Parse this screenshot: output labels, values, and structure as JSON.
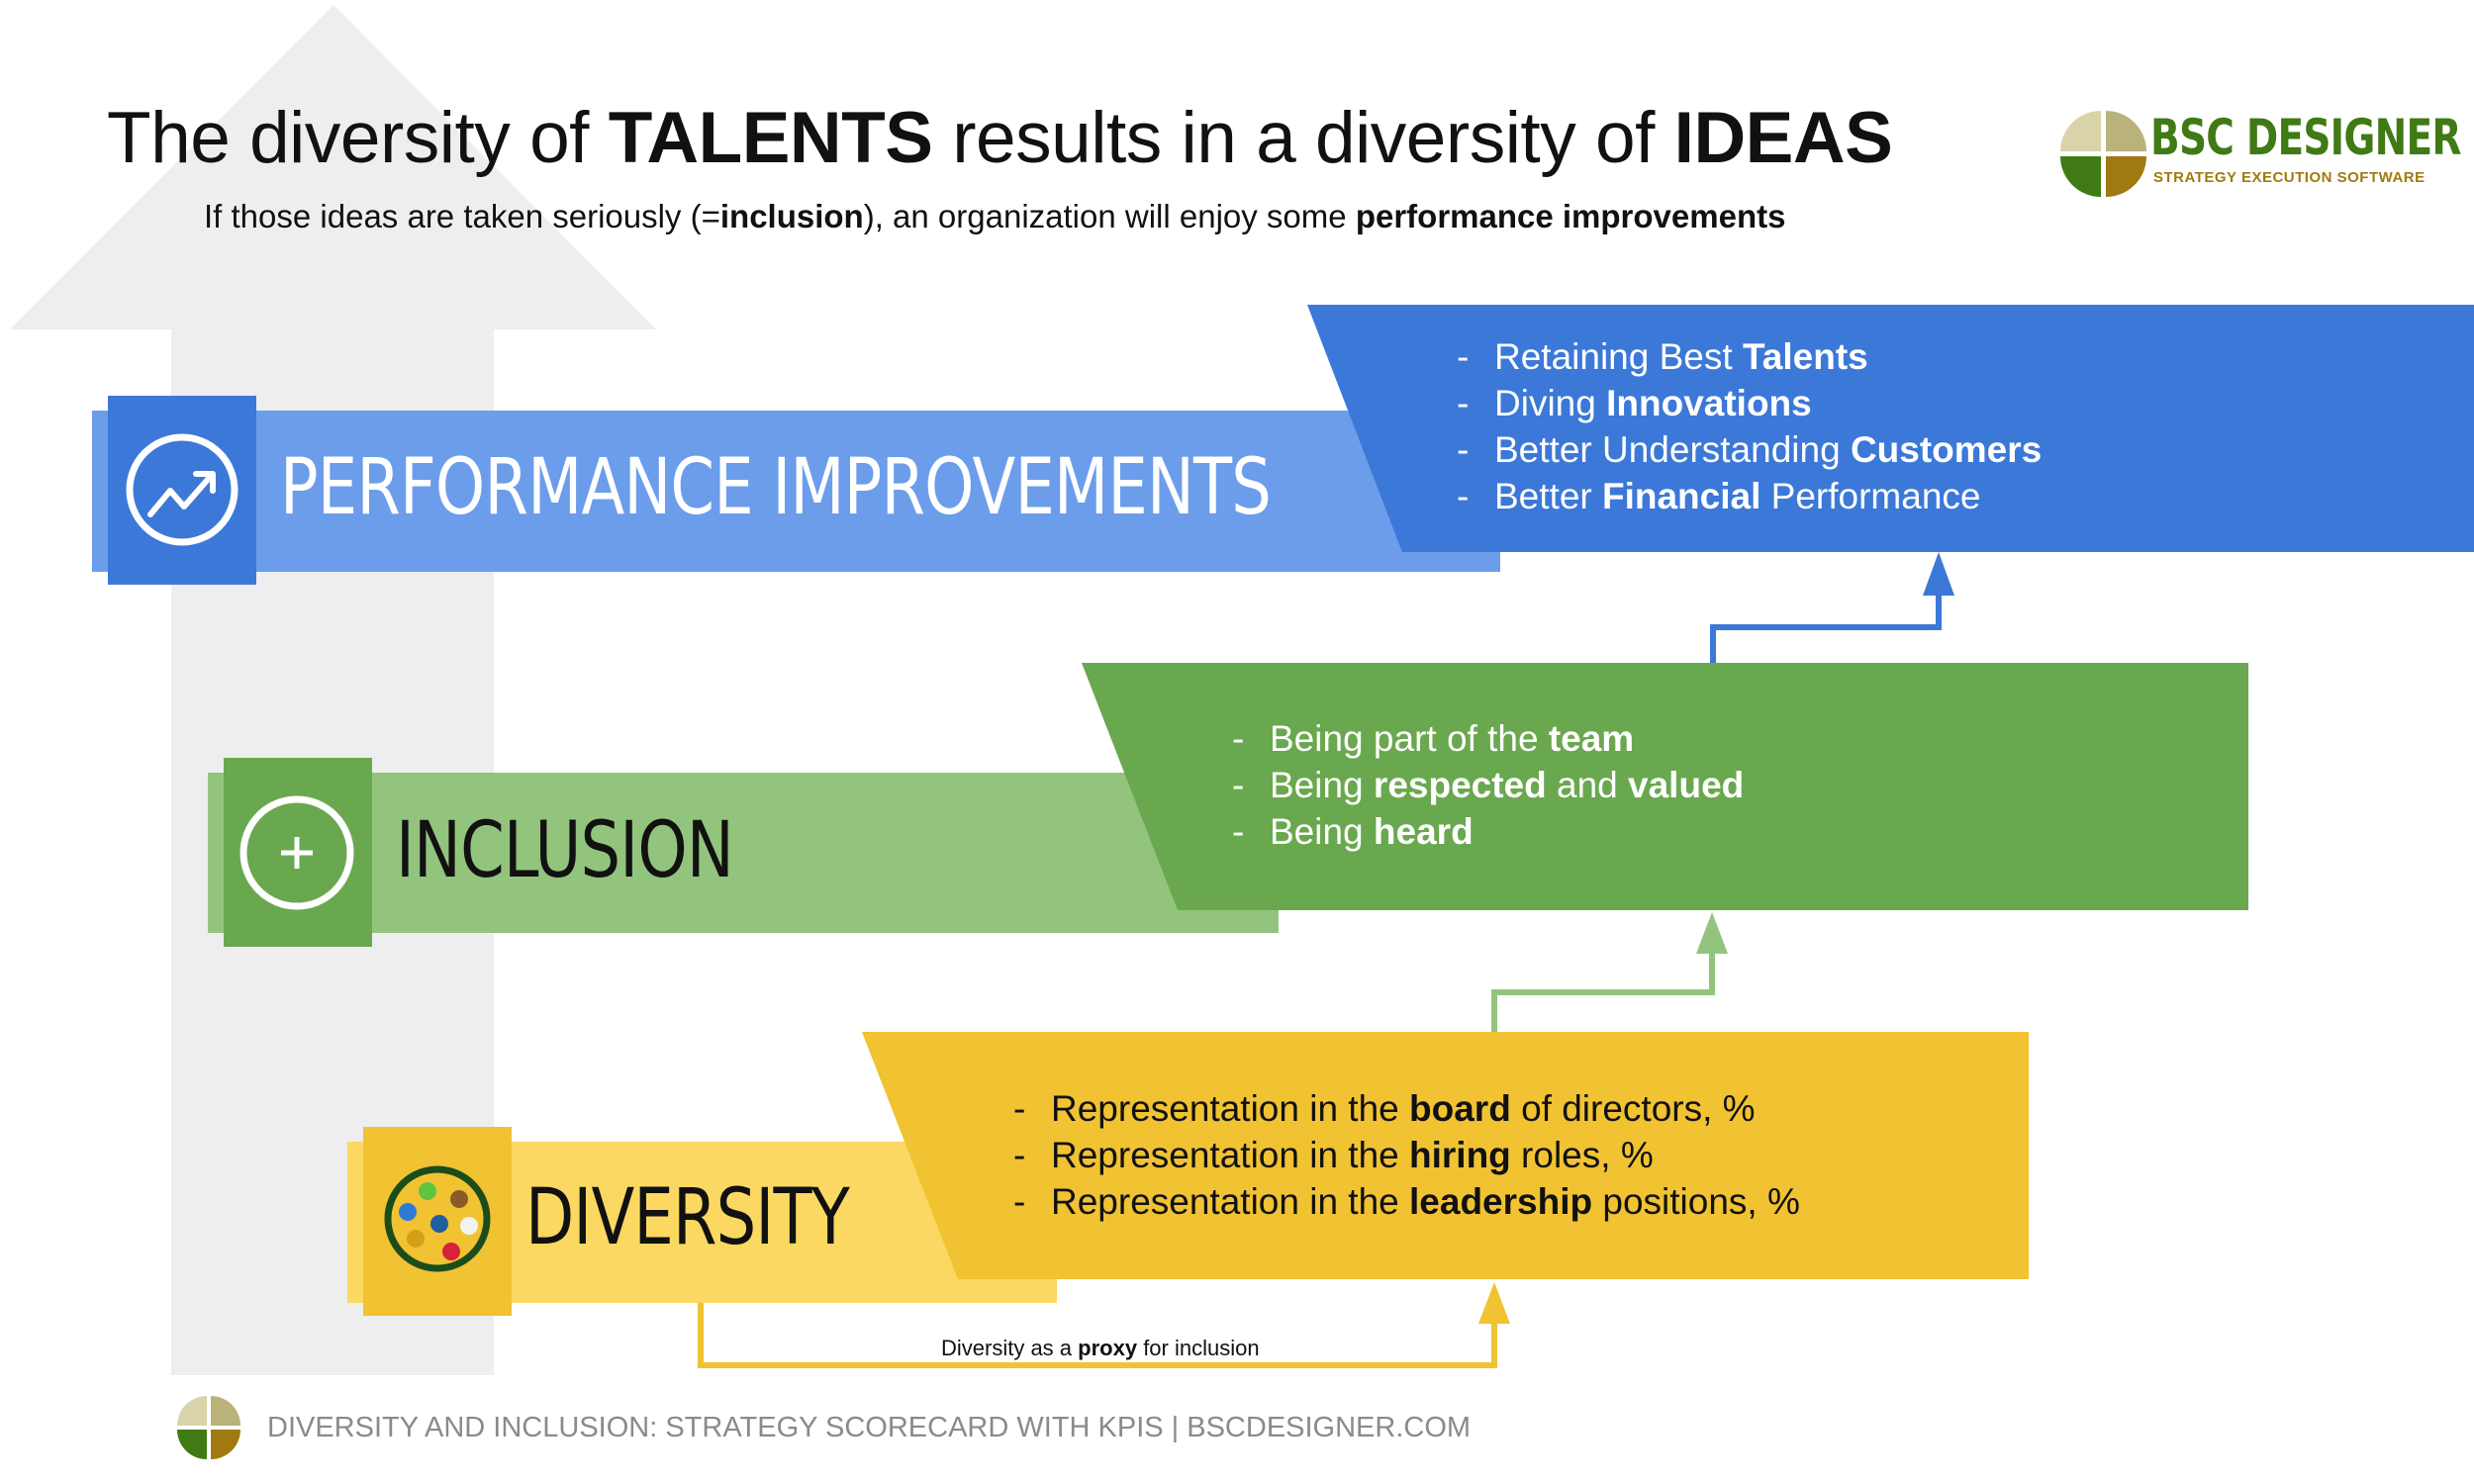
{
  "header": {
    "title_parts": [
      {
        "text": "The diversity of ",
        "bold": false
      },
      {
        "text": "TALENTS",
        "bold": true
      },
      {
        "text": " results in a diversity of ",
        "bold": false
      },
      {
        "text": "IDEAS",
        "bold": true
      }
    ],
    "subtitle_parts": [
      {
        "text": "If those ideas are taken seriously (=",
        "bold": false
      },
      {
        "text": "inclusion",
        "bold": true
      },
      {
        "text": "), an organization will enjoy some ",
        "bold": false
      },
      {
        "text": "performance improvements",
        "bold": true
      }
    ]
  },
  "logo": {
    "name": "BSC DESIGNER",
    "tagline": "STRATEGY EXECUTION SOFTWARE",
    "colors": [
      "#d9d3a9",
      "#b9b27a",
      "#3f7a14",
      "#a07a10"
    ]
  },
  "levels": {
    "performance": {
      "label": "PERFORMANCE IMPROVEMENTS",
      "icon": "trend-up-icon",
      "band_color": "#6b9deb",
      "square_color": "#3c78d8",
      "box_color": "#3c78d8",
      "bullets": [
        [
          {
            "text": "Retaining Best ",
            "bold": false
          },
          {
            "text": "Talents",
            "bold": true
          }
        ],
        [
          {
            "text": "Diving ",
            "bold": false
          },
          {
            "text": "Innovations",
            "bold": true
          }
        ],
        [
          {
            "text": "Better Understanding ",
            "bold": false
          },
          {
            "text": "Customers",
            "bold": true
          }
        ],
        [
          {
            "text": "Better ",
            "bold": false
          },
          {
            "text": "Financial",
            "bold": true
          },
          {
            "text": " Performance",
            "bold": false
          }
        ]
      ]
    },
    "inclusion": {
      "label": "INCLUSION",
      "icon": "plus-icon",
      "band_color": "#93c47d",
      "square_color": "#6aa84f",
      "box_color": "#6aa84f",
      "bullets": [
        [
          {
            "text": "Being part of the ",
            "bold": false
          },
          {
            "text": "team",
            "bold": true
          }
        ],
        [
          {
            "text": "Being ",
            "bold": false
          },
          {
            "text": "respected",
            "bold": true
          },
          {
            "text": " and ",
            "bold": false
          },
          {
            "text": "valued",
            "bold": true
          }
        ],
        [
          {
            "text": "Being ",
            "bold": false
          },
          {
            "text": "heard",
            "bold": true
          }
        ]
      ]
    },
    "diversity": {
      "label": "DIVERSITY",
      "icon": "palette-icon",
      "band_color": "#fbd862",
      "square_color": "#f1c232",
      "box_color": "#f1c232",
      "bullets": [
        [
          {
            "text": "Representation in the ",
            "bold": false
          },
          {
            "text": "board",
            "bold": true
          },
          {
            "text": " of directors, %",
            "bold": false
          }
        ],
        [
          {
            "text": "Representation in the ",
            "bold": false
          },
          {
            "text": "hiring",
            "bold": true
          },
          {
            "text": " roles, %",
            "bold": false
          }
        ],
        [
          {
            "text": "Representation in the ",
            "bold": false
          },
          {
            "text": "leadership",
            "bold": true
          },
          {
            "text": " positions, %",
            "bold": false
          }
        ]
      ]
    }
  },
  "proxy_note_parts": [
    {
      "text": "Diversity as a ",
      "bold": false
    },
    {
      "text": "proxy",
      "bold": true
    },
    {
      "text": " for inclusion",
      "bold": false
    }
  ],
  "footer": {
    "text": "DIVERSITY AND INCLUSION: STRATEGY SCORECARD WITH KPIS | BSCDESIGNER.COM"
  }
}
